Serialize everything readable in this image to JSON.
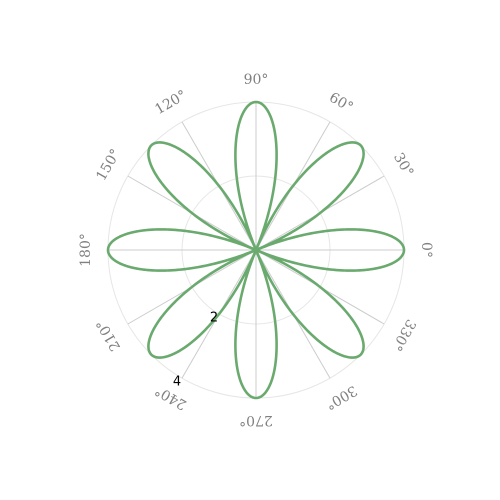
{
  "chart_data": {
    "type": "line",
    "coordinate_system": "polar",
    "title": "",
    "xlabel": "",
    "ylabel": "",
    "series": [
      {
        "equation": "r = 4·|cos(4θ)|",
        "color": "#6aaa6e",
        "sample_points": [
          {
            "theta_deg": 0,
            "r": 4.0
          },
          {
            "theta_deg": 11.25,
            "r": 2.83
          },
          {
            "theta_deg": 22.5,
            "r": 0.0
          },
          {
            "theta_deg": 33.75,
            "r": 2.83
          },
          {
            "theta_deg": 45,
            "r": 4.0
          },
          {
            "theta_deg": 56.25,
            "r": 2.83
          },
          {
            "theta_deg": 67.5,
            "r": 0.0
          },
          {
            "theta_deg": 78.75,
            "r": 2.83
          },
          {
            "theta_deg": 90,
            "r": 4.0
          }
        ],
        "rotation_offset_deg": 0,
        "petals": 8
      }
    ],
    "r_max": 4,
    "r_ticks": [
      {
        "value": 2,
        "label": "2"
      },
      {
        "value": 4,
        "label": "4"
      }
    ],
    "r_label_angle_deg": 240,
    "theta_ticks": [
      {
        "deg": 0,
        "label": "0°"
      },
      {
        "deg": 30,
        "label": "30°"
      },
      {
        "deg": 60,
        "label": "60°"
      },
      {
        "deg": 90,
        "label": "90°"
      },
      {
        "deg": 120,
        "label": "120°"
      },
      {
        "deg": 150,
        "label": "150°"
      },
      {
        "deg": 180,
        "label": "180°"
      },
      {
        "deg": 210,
        "label": "210°"
      },
      {
        "deg": 240,
        "label": "240°"
      },
      {
        "deg": 270,
        "label": "270°"
      },
      {
        "deg": 300,
        "label": "300°"
      },
      {
        "deg": 330,
        "label": "330°"
      }
    ],
    "grid": true,
    "grid_color": "#e6e6e6",
    "spoke_color": "#cccccc",
    "tick_label_color": "#808080"
  }
}
